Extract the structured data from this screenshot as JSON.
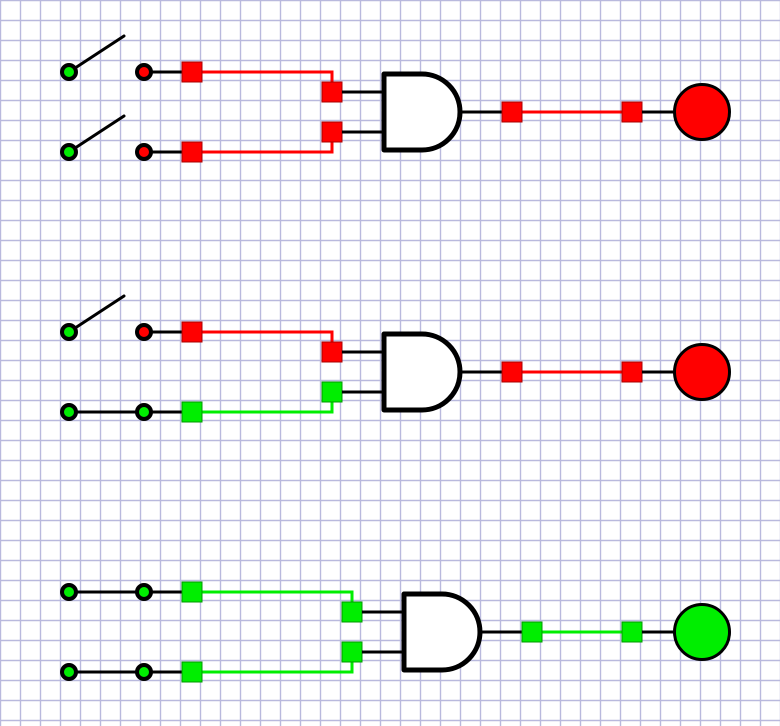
{
  "colors": {
    "on": "#00ee00",
    "off": "#ff0000",
    "grid": "#b9b9dd",
    "wire_dark": "#000000",
    "port_on_border": "#009900",
    "port_off_border": "#aa0000"
  },
  "circuits": [
    {
      "gate": "AND",
      "inputs": [
        {
          "switch": "open",
          "signal": "off"
        },
        {
          "switch": "open",
          "signal": "off"
        }
      ],
      "output": "off",
      "lamp": "off"
    },
    {
      "gate": "AND",
      "inputs": [
        {
          "switch": "open",
          "signal": "off"
        },
        {
          "switch": "closed",
          "signal": "on"
        }
      ],
      "output": "off",
      "lamp": "off"
    },
    {
      "gate": "AND",
      "inputs": [
        {
          "switch": "closed",
          "signal": "on"
        },
        {
          "switch": "closed",
          "signal": "on"
        }
      ],
      "output": "on",
      "lamp": "on"
    }
  ]
}
